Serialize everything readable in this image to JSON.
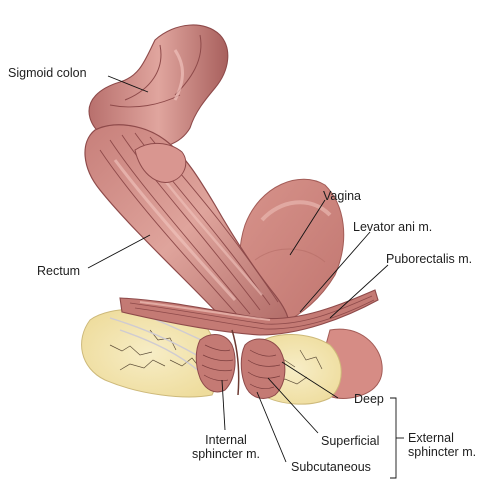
{
  "labels": {
    "sigmoid_colon": "Sigmoid colon",
    "vagina": "Vagina",
    "levator_ani": "Levator ani m.",
    "puborectalis": "Puborectalis m.",
    "rectum": "Rectum",
    "deep": "Deep",
    "superficial": "Superficial",
    "subcutaneous": "Subcutaneous",
    "internal_sphincter_line1": "Internal",
    "internal_sphincter_line2": "sphincter m.",
    "external_sphincter_line1": "External",
    "external_sphincter_line2": "sphincter m."
  },
  "colors": {
    "muscle": "#c8837f",
    "muscle_dark": "#8e4a4a",
    "muscle_light": "#e2aaa3",
    "fat": "#f3e6b4",
    "fat_edge": "#d9c98a",
    "vessel": "#3a2a1a",
    "leader": "#111111"
  }
}
